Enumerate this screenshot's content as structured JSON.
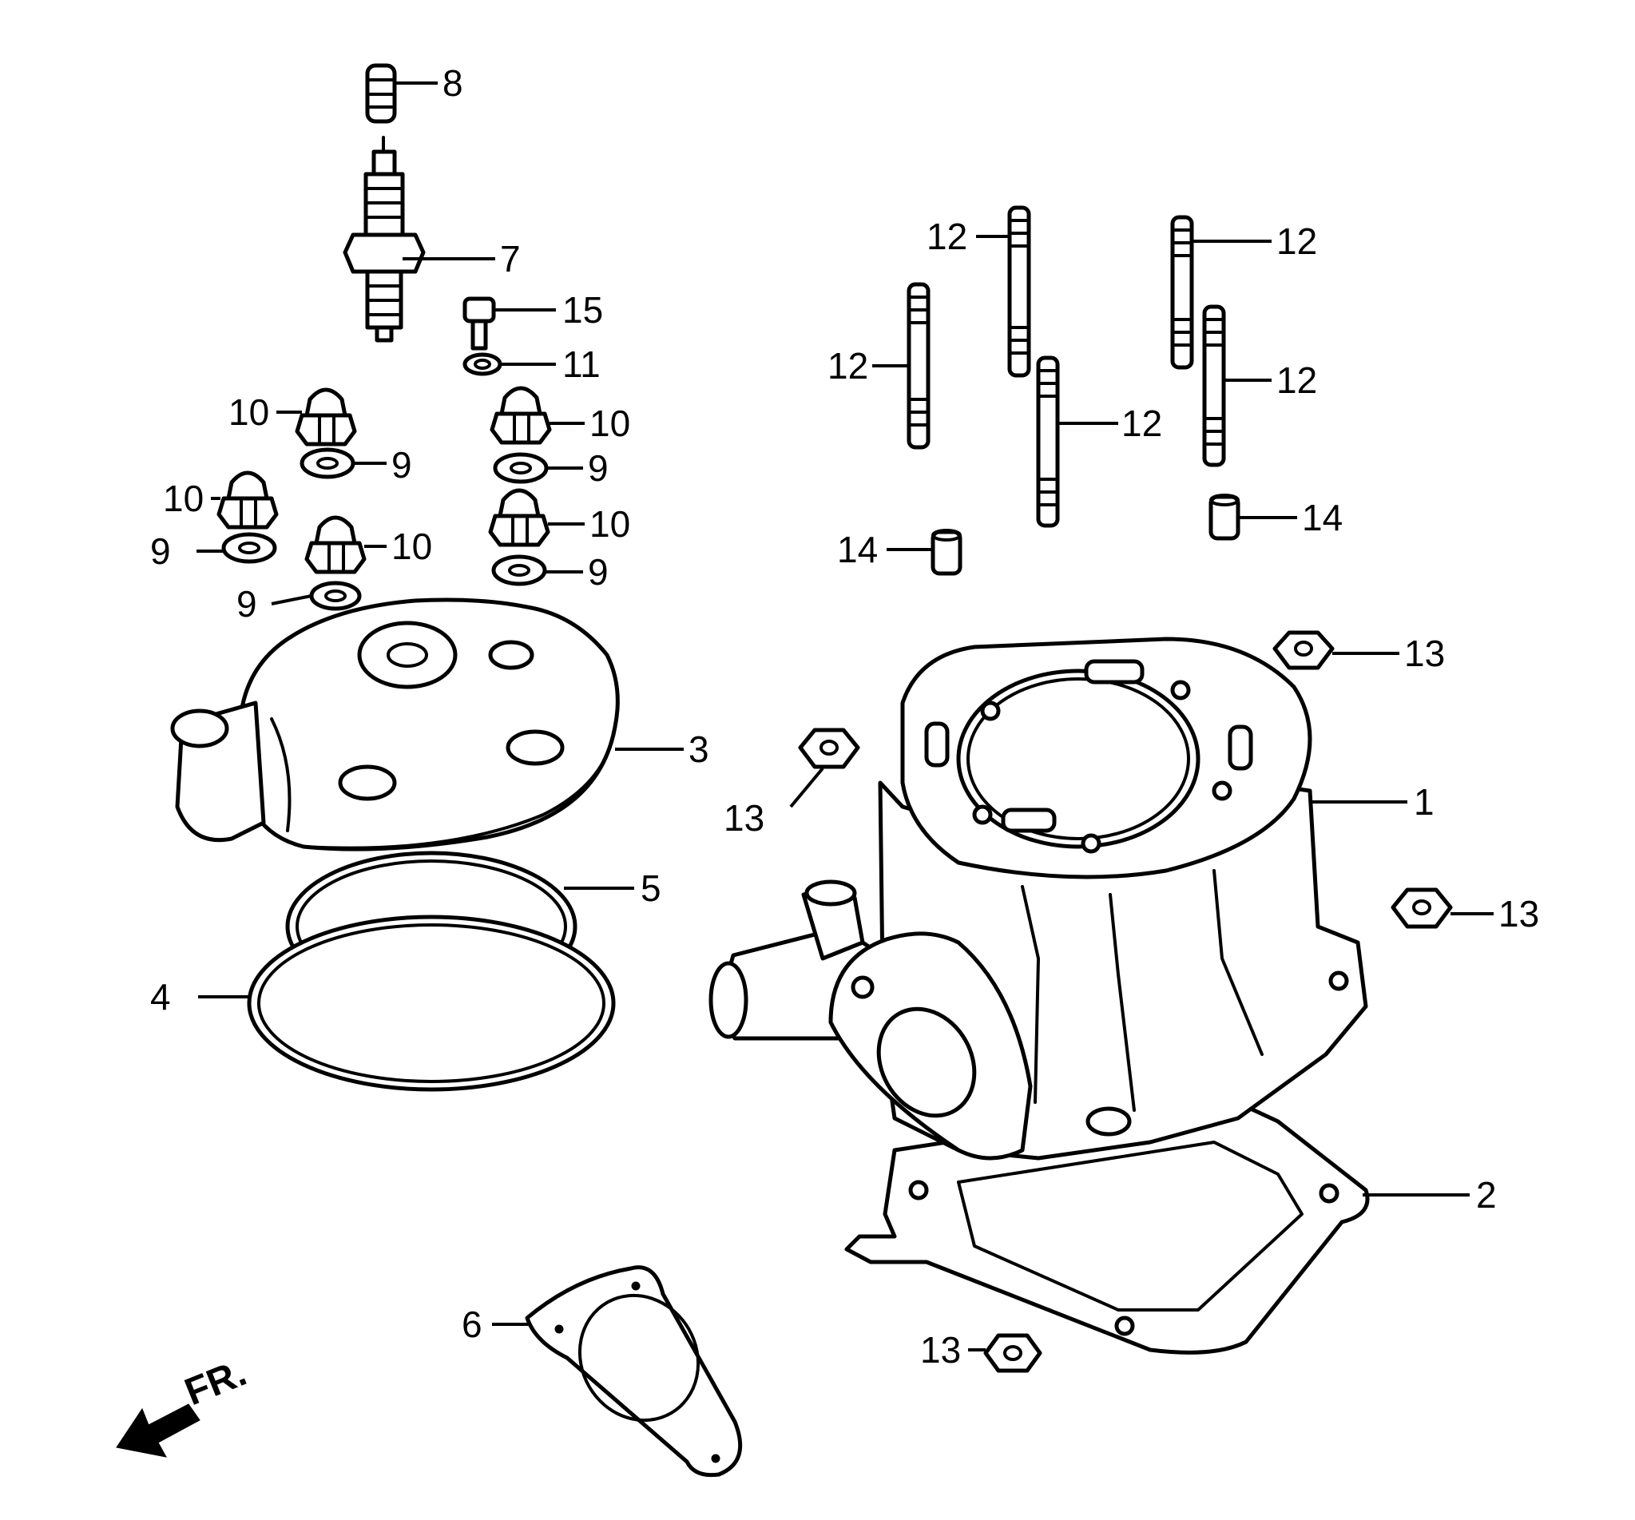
{
  "direction_label": "FR.",
  "callouts": [
    {
      "id": "c1",
      "number": "1"
    },
    {
      "id": "c2",
      "number": "2"
    },
    {
      "id": "c3",
      "number": "3"
    },
    {
      "id": "c4",
      "number": "4"
    },
    {
      "id": "c5",
      "number": "5"
    },
    {
      "id": "c6",
      "number": "6"
    },
    {
      "id": "c7",
      "number": "7"
    },
    {
      "id": "c8",
      "number": "8"
    },
    {
      "id": "c9a",
      "number": "9"
    },
    {
      "id": "c9b",
      "number": "9"
    },
    {
      "id": "c9c",
      "number": "9"
    },
    {
      "id": "c9d",
      "number": "9"
    },
    {
      "id": "c9e",
      "number": "9"
    },
    {
      "id": "c10a",
      "number": "10"
    },
    {
      "id": "c10b",
      "number": "10"
    },
    {
      "id": "c10c",
      "number": "10"
    },
    {
      "id": "c10d",
      "number": "10"
    },
    {
      "id": "c10e",
      "number": "10"
    },
    {
      "id": "c11",
      "number": "11"
    },
    {
      "id": "c12a",
      "number": "12"
    },
    {
      "id": "c12b",
      "number": "12"
    },
    {
      "id": "c12c",
      "number": "12"
    },
    {
      "id": "c12d",
      "number": "12"
    },
    {
      "id": "c12e",
      "number": "12"
    },
    {
      "id": "c13a",
      "number": "13"
    },
    {
      "id": "c13b",
      "number": "13"
    },
    {
      "id": "c13c",
      "number": "13"
    },
    {
      "id": "c13d",
      "number": "13"
    },
    {
      "id": "c14a",
      "number": "14"
    },
    {
      "id": "c14b",
      "number": "14"
    },
    {
      "id": "c15",
      "number": "15"
    }
  ]
}
